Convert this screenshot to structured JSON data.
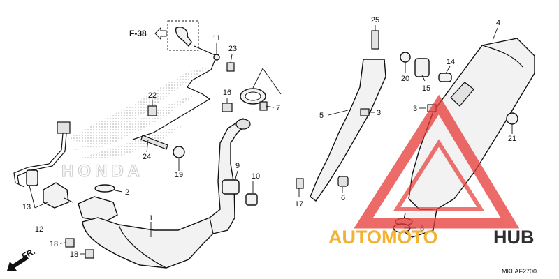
{
  "diagram": {
    "reference_label": "F-38",
    "direction_label": "FR.",
    "diagram_code": "MKLAF2700",
    "logo_text": "HONDA",
    "watermark": {
      "part1": "AUTOMOTO",
      "part2": "HUB",
      "color_orange": "#f2b233",
      "color_dark": "#2f2f2f",
      "color_red": "#e53935"
    },
    "callouts": [
      "1",
      "2",
      "3",
      "3",
      "4",
      "5",
      "6",
      "7",
      "8",
      "9",
      "10",
      "11",
      "12",
      "13",
      "14",
      "15",
      "16",
      "17",
      "18",
      "18",
      "19",
      "20",
      "21",
      "22",
      "23",
      "24",
      "25"
    ]
  }
}
